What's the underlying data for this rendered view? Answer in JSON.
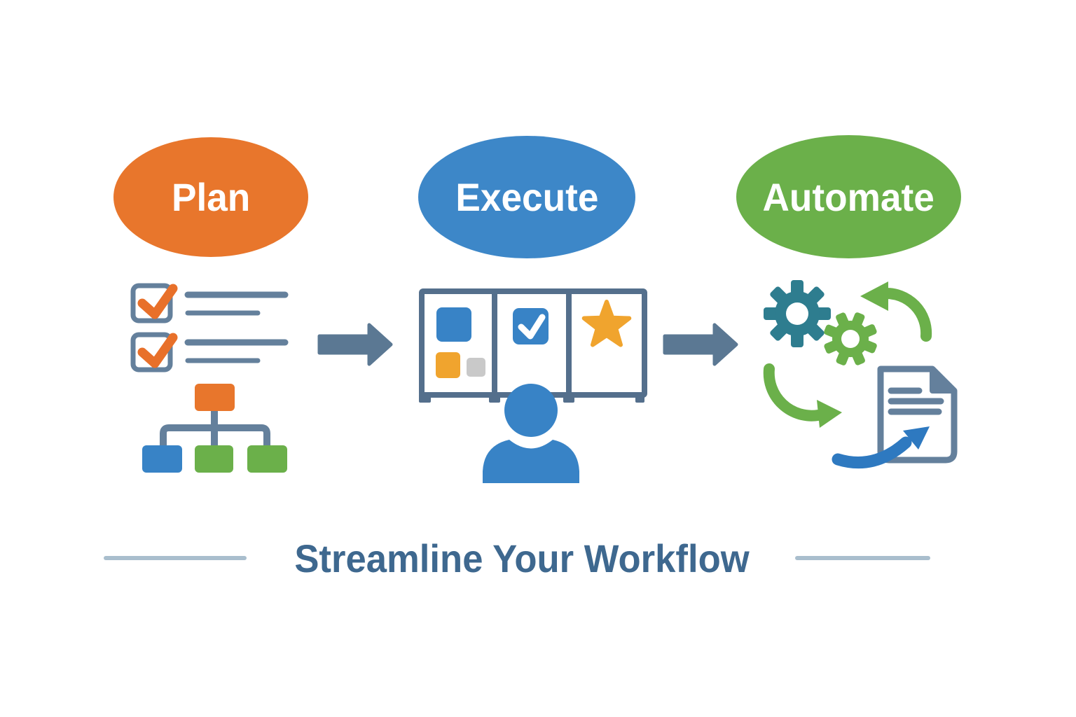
{
  "title": {
    "text": "Streamline Your Workflow"
  },
  "stages": [
    {
      "label": "Plan",
      "bubble_color": "#E8762C",
      "icons": [
        "checklist-icon",
        "org-chart-icon"
      ]
    },
    {
      "label": "Execute",
      "bubble_color": "#3D87C8",
      "icons": [
        "kanban-board-icon",
        "person-icon"
      ]
    },
    {
      "label": "Automate",
      "bubble_color": "#6BB04A",
      "icons": [
        "gear-icon",
        "cycle-arrow-icon",
        "document-icon",
        "swoosh-arrow-icon"
      ]
    }
  ],
  "connectors": {
    "count": 2,
    "direction": "right",
    "color": "#5B7893"
  },
  "palette": {
    "orange": "#E8762C",
    "check_orange": "#E8702A",
    "blue": "#3D87C8",
    "icon_blue": "#3883C6",
    "green": "#6BB04A",
    "teal_gear": "#2E7D8F",
    "slate_arrow": "#5B7893",
    "slate_board": "#546F8C",
    "slate_outline": "#64809C",
    "gold": "#F0A42E",
    "gray_card": "#C9C9C9",
    "swoosh_blue": "#2E79C0",
    "headline_text": "#3E688F",
    "divider_line": "#A9BECD",
    "background": "#FFFFFF"
  }
}
